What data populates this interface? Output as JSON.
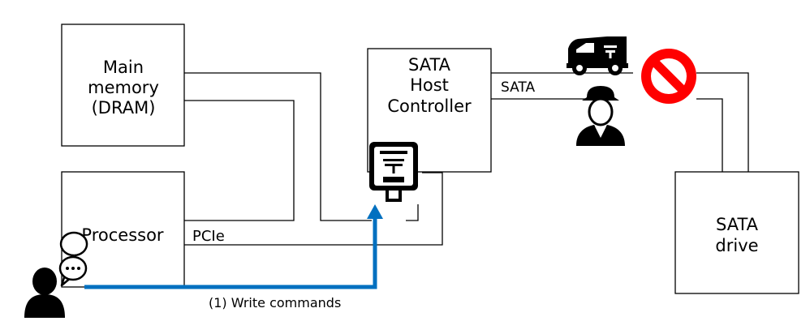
{
  "boxes": {
    "main_memory": [
      "Main",
      "memory",
      "(DRAM)"
    ],
    "processor": "Processor",
    "host_controller": [
      "SATA",
      "Host",
      "Controller"
    ],
    "drive": [
      "SATA",
      "drive"
    ]
  },
  "links": {
    "pcie": "PCIe",
    "sata": "SATA"
  },
  "annotation": "(1) Write commands",
  "colors": {
    "arrow": "#0070c0",
    "no_sign": "#ff0000",
    "line": "#000000"
  },
  "icons": [
    "user-icon",
    "speech-bubble-icon",
    "mailbox-icon",
    "delivery-truck-icon",
    "delivery-person-icon",
    "no-entry-icon"
  ]
}
